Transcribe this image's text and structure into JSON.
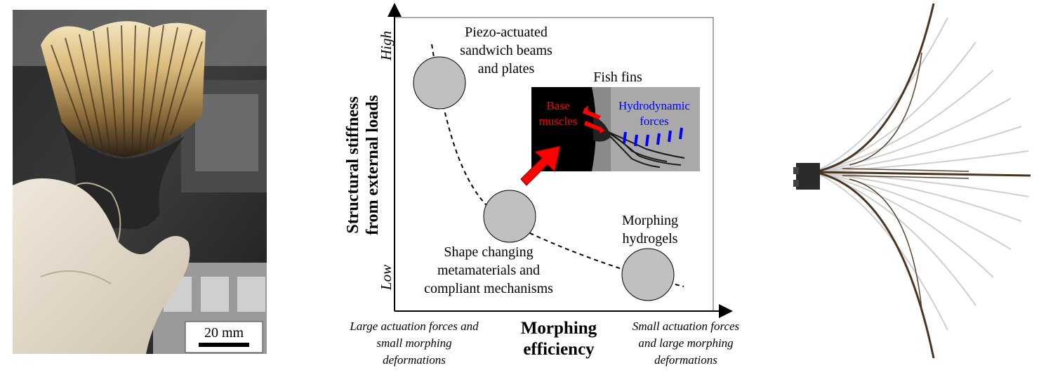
{
  "photo": {
    "scale_bar_label": "20 mm"
  },
  "diagram": {
    "y_axis_label_line1": "Structural  stiffness",
    "y_axis_label_line2": "from external loads",
    "y_high": "High",
    "y_low": "Low",
    "x_axis_label_line1": "Morphing",
    "x_axis_label_line2": "efficiency",
    "x_left_note": [
      "Large actuation forces and",
      "small morphing",
      "deformations"
    ],
    "x_right_note": [
      "Small actuation forces",
      "and large morphing",
      "deformations"
    ],
    "piezo_label": [
      "Piezo-actuated",
      "sandwich beams",
      "and plates"
    ],
    "meta_label": [
      "Shape changing",
      "metamaterials and",
      "compliant mechanisms"
    ],
    "hydrogel_label": [
      "Morphing",
      "hydrogels"
    ],
    "fish_title": "Fish fins",
    "base_muscles": [
      "Base",
      "muscles"
    ],
    "hydro_forces": [
      "Hydrodynamic",
      "forces"
    ],
    "colors": {
      "circle_fill": "#c0c0c0",
      "arrow_red": "#ff0000",
      "hydro_blue": "#0000ff",
      "muscle_red": "#ff0000"
    }
  }
}
